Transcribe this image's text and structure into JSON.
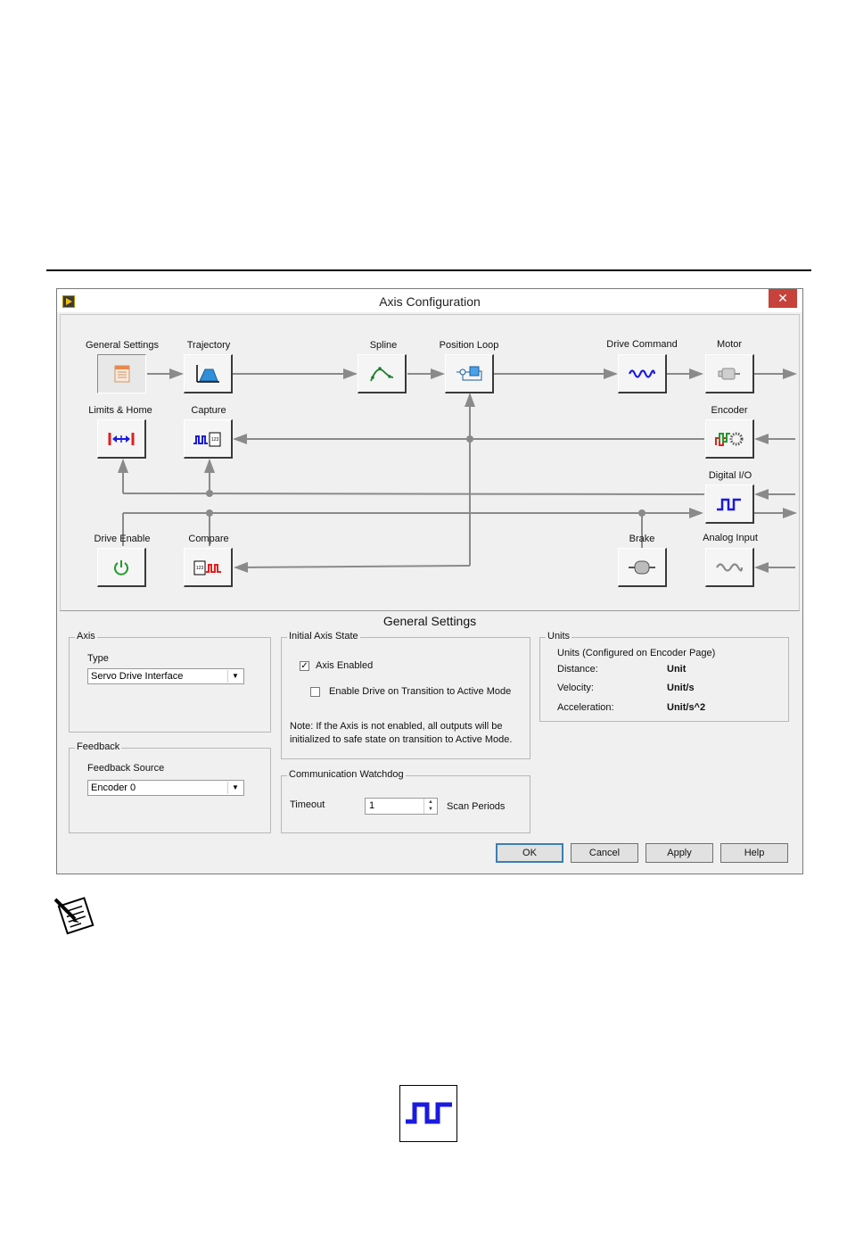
{
  "window": {
    "title": "Axis Configuration",
    "close_glyph": "✕"
  },
  "diagram": {
    "nodes": {
      "general_settings": {
        "label": "General Settings",
        "icon": "settings-sheet-icon"
      },
      "trajectory": {
        "label": "Trajectory",
        "icon": "trajectory-profile-icon"
      },
      "spline": {
        "label": "Spline",
        "icon": "spline-curve-icon"
      },
      "position_loop": {
        "label": "Position Loop",
        "icon": "position-loop-icon"
      },
      "drive_command": {
        "label": "Drive Command",
        "icon": "wave-icon"
      },
      "motor": {
        "label": "Motor",
        "icon": "motor-icon"
      },
      "limits_home": {
        "label": "Limits & Home",
        "icon": "limits-arrows-icon"
      },
      "capture": {
        "label": "Capture",
        "icon": "capture-icon"
      },
      "encoder": {
        "label": "Encoder",
        "icon": "encoder-icon"
      },
      "digital_io": {
        "label": "Digital I/O",
        "icon": "digital-pulse-icon"
      },
      "drive_enable": {
        "label": "Drive Enable",
        "icon": "power-icon"
      },
      "compare": {
        "label": "Compare",
        "icon": "compare-icon"
      },
      "brake": {
        "label": "Brake",
        "icon": "brake-icon"
      },
      "analog_input": {
        "label": "Analog Input",
        "icon": "analog-wave-icon"
      }
    }
  },
  "settings": {
    "title": "General Settings",
    "axis": {
      "legend": "Axis",
      "type_label": "Type",
      "type_value": "Servo Drive Interface"
    },
    "feedback": {
      "legend": "Feedback",
      "source_label": "Feedback Source",
      "source_value": "Encoder 0"
    },
    "initial_state": {
      "legend": "Initial Axis State",
      "axis_enabled_label": "Axis Enabled",
      "axis_enabled_checked": true,
      "enable_drive_label": "Enable Drive on Transition to Active Mode",
      "enable_drive_checked": false,
      "note_line1": "Note: If the Axis is not enabled, all outputs will be",
      "note_line2": "initialized to safe state on transition to Active Mode."
    },
    "watchdog": {
      "legend": "Communication Watchdog",
      "timeout_label": "Timeout",
      "timeout_value": "1",
      "unit_label": "Scan Periods"
    },
    "units": {
      "legend": "Units",
      "caption": "Units (Configured on Encoder Page)",
      "rows": [
        {
          "name": "Distance:",
          "value": "Unit"
        },
        {
          "name": "Velocity:",
          "value": "Unit/s"
        },
        {
          "name": "Acceleration:",
          "value": "Unit/s^2"
        }
      ]
    }
  },
  "buttons": {
    "ok": "OK",
    "cancel": "Cancel",
    "apply": "Apply",
    "help": "Help"
  },
  "page_icons": {
    "note": "note-pencil-icon",
    "digital_io_large": "digital-pulse-icon"
  },
  "colors": {
    "close": "#c7423a",
    "pulse_blue": "#1a1ae0",
    "wire": "#8a8a8a"
  }
}
